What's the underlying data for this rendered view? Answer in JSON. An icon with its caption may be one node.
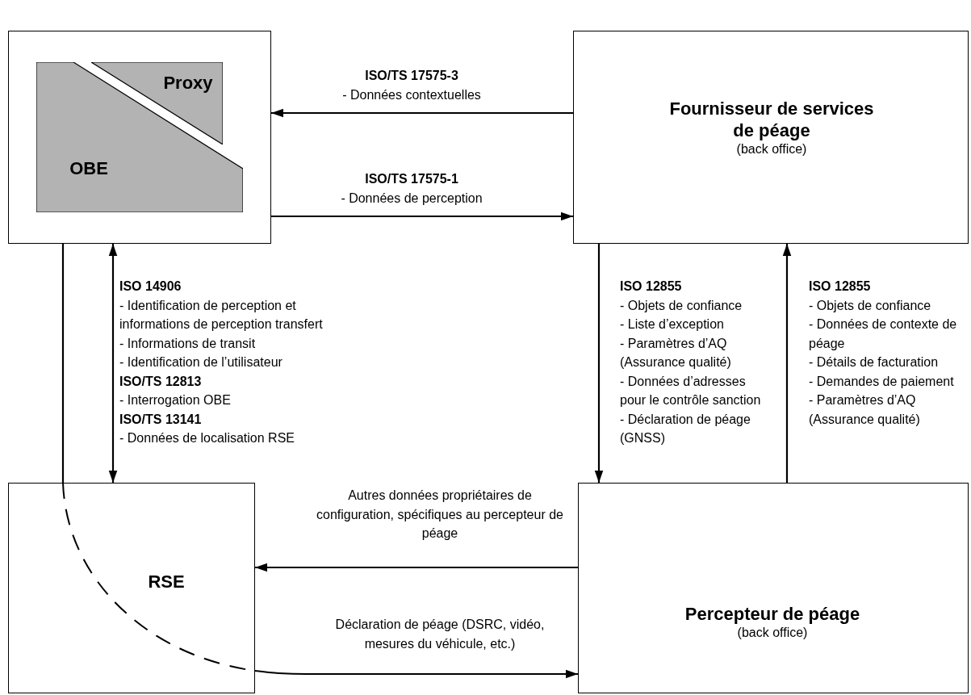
{
  "diagram": {
    "nodes": [
      {
        "text": [],
        "shape": "box"
      },
      {
        "text": [
          "OBE"
        ],
        "in": 0
      },
      {
        "text": [
          "Proxy"
        ],
        "in": 0
      },
      {
        "text": [
          "Fournisseur de services de péage",
          "(back office)"
        ]
      },
      {
        "text": [
          "RSE"
        ]
      },
      {
        "text": [
          "Percepteur de péage",
          "(back office)"
        ]
      }
    ],
    "edges": [
      {
        "from": 3,
        "to": 0,
        "arrow": "to",
        "label": "**ISO/TS 17575-3** - Données contextuelles"
      },
      {
        "from": 0,
        "to": 3,
        "arrow": "to",
        "label": "**ISO/TS 17575-1** - Données de perception"
      },
      {
        "from": 0,
        "to": 4,
        "arrow": "both",
        "label": "**ISO 14906** - Identification de perception et informations de perception transfert - Informations de transit - Identification de l’utilisateur **ISO/TS 12813** - Interrogation OBE **ISO/TS 13141** - Données de localisation RSE"
      },
      {
        "from": 3,
        "to": 5,
        "arrow": "to",
        "label": "**ISO 12855** - Objets de confiance - Liste d’exception - Paramètres d’AQ (Assurance qualité) - Données d’adresses pour le contrôle sanction - Déclaration de péage (GNSS)"
      },
      {
        "from": 5,
        "to": 3,
        "arrow": "to",
        "label": "**ISO 12855** - Objets de confiance - Données de contexte de péage - Détails de facturation - Demandes de paiement - Paramètres d’AQ (Assurance qualité)"
      },
      {
        "from": 5,
        "to": 4,
        "arrow": "to",
        "label": "Autres données propriétaires de configuration, spécifiques au percepteur de péage"
      },
      {
        "from": 4,
        "to": 5,
        "arrow": "to",
        "label": "Déclaration de péage (DSRC, vidéo, mesures du véhicule, etc.)"
      },
      {
        "from": 0,
        "to": 4,
        "arrow": "none"
      }
    ]
  }
}
